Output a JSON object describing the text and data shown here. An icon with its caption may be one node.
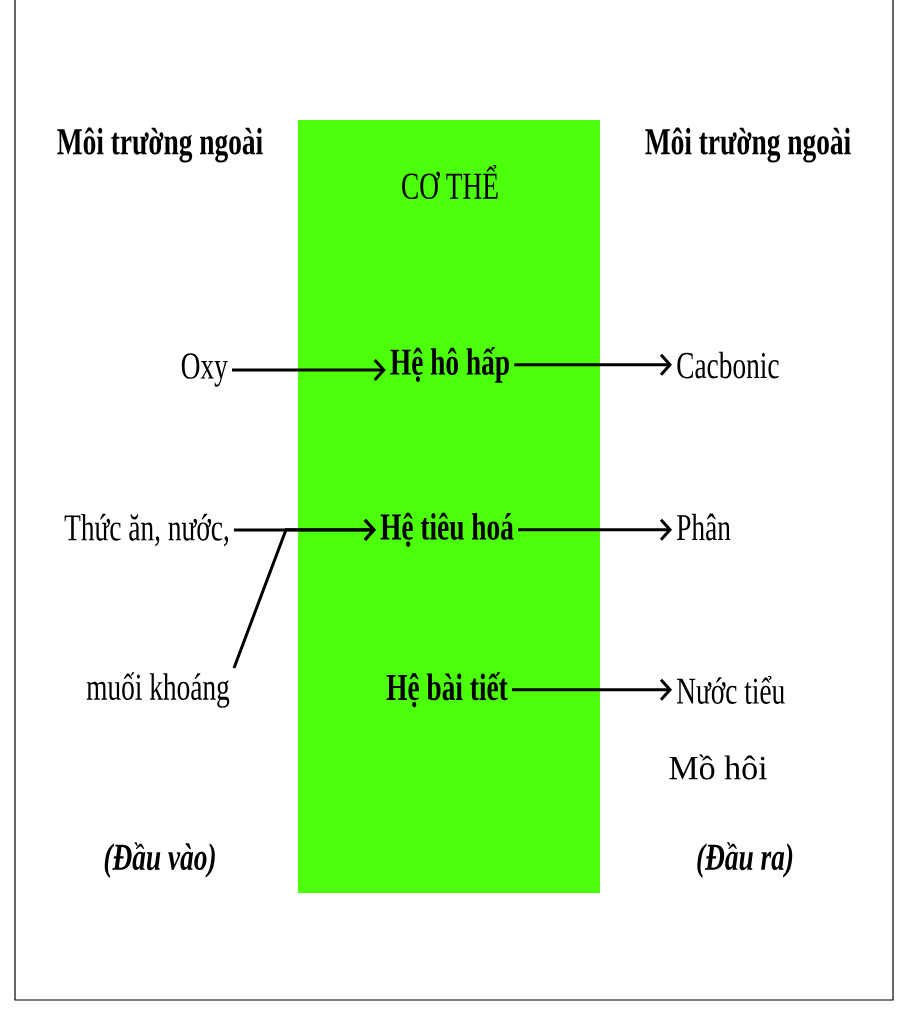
{
  "diagram": {
    "nodes": [
      {
        "text": [
          "CƠ THỂ"
        ]
      },
      {
        "text": [
          "Hệ hô hấp"
        ],
        "in": 0
      },
      {
        "text": [
          "Hệ tiêu hoá"
        ],
        "in": 0
      },
      {
        "text": [
          "Hệ bài tiết"
        ],
        "in": 0
      },
      {
        "text": [
          "Oxy"
        ]
      },
      {
        "text": [
          "Thức ăn, nước,"
        ]
      },
      {
        "text": [
          "muối khoáng"
        ]
      },
      {
        "text": [
          "Cacbonic"
        ]
      },
      {
        "text": [
          "Phân"
        ]
      },
      {
        "text": [
          "Nước tiểu"
        ]
      }
    ],
    "edges": [
      {
        "from": 4,
        "to": 1,
        "arrow": "to"
      },
      {
        "from": 5,
        "to": 2,
        "arrow": "to"
      },
      {
        "from": 6,
        "to": 2,
        "arrow": "to"
      },
      {
        "from": 1,
        "to": 7,
        "arrow": "to"
      },
      {
        "from": 2,
        "to": 8,
        "arrow": "to"
      },
      {
        "from": 3,
        "to": 9,
        "arrow": "to"
      }
    ],
    "labels": [
      "Môi trường ngoài",
      "Môi trường ngoài",
      "Mồ hôi",
      "(Đầu vào)",
      "(Đầu ra)"
    ]
  }
}
